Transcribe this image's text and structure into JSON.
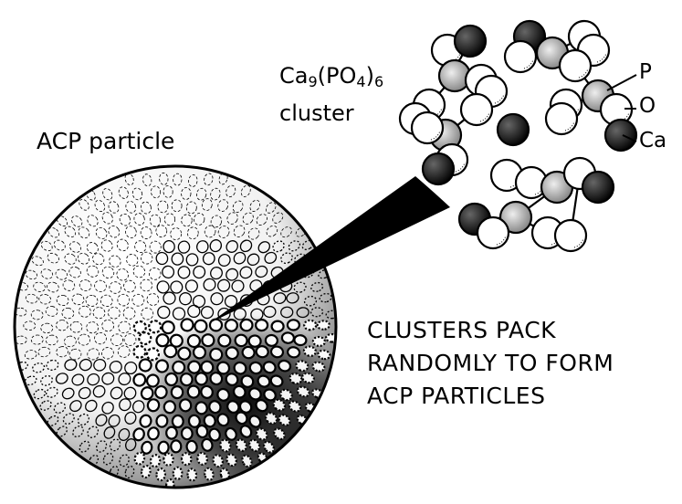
{
  "labels": {
    "particle": "ACP particle",
    "cluster_formula_base": "Ca",
    "cluster_formula_sub1": "9",
    "cluster_formula_mid": "(PO",
    "cluster_formula_sub2": "4",
    "cluster_formula_end": ")",
    "cluster_formula_sub3": "6",
    "cluster_word": "cluster"
  },
  "legend": {
    "p": "P",
    "o": "O",
    "ca": "Ca"
  },
  "caption": {
    "line1": "CLUSTERS PACK",
    "line2": "RANDOMLY TO FORM",
    "line3": "ACP PARTICLES"
  }
}
